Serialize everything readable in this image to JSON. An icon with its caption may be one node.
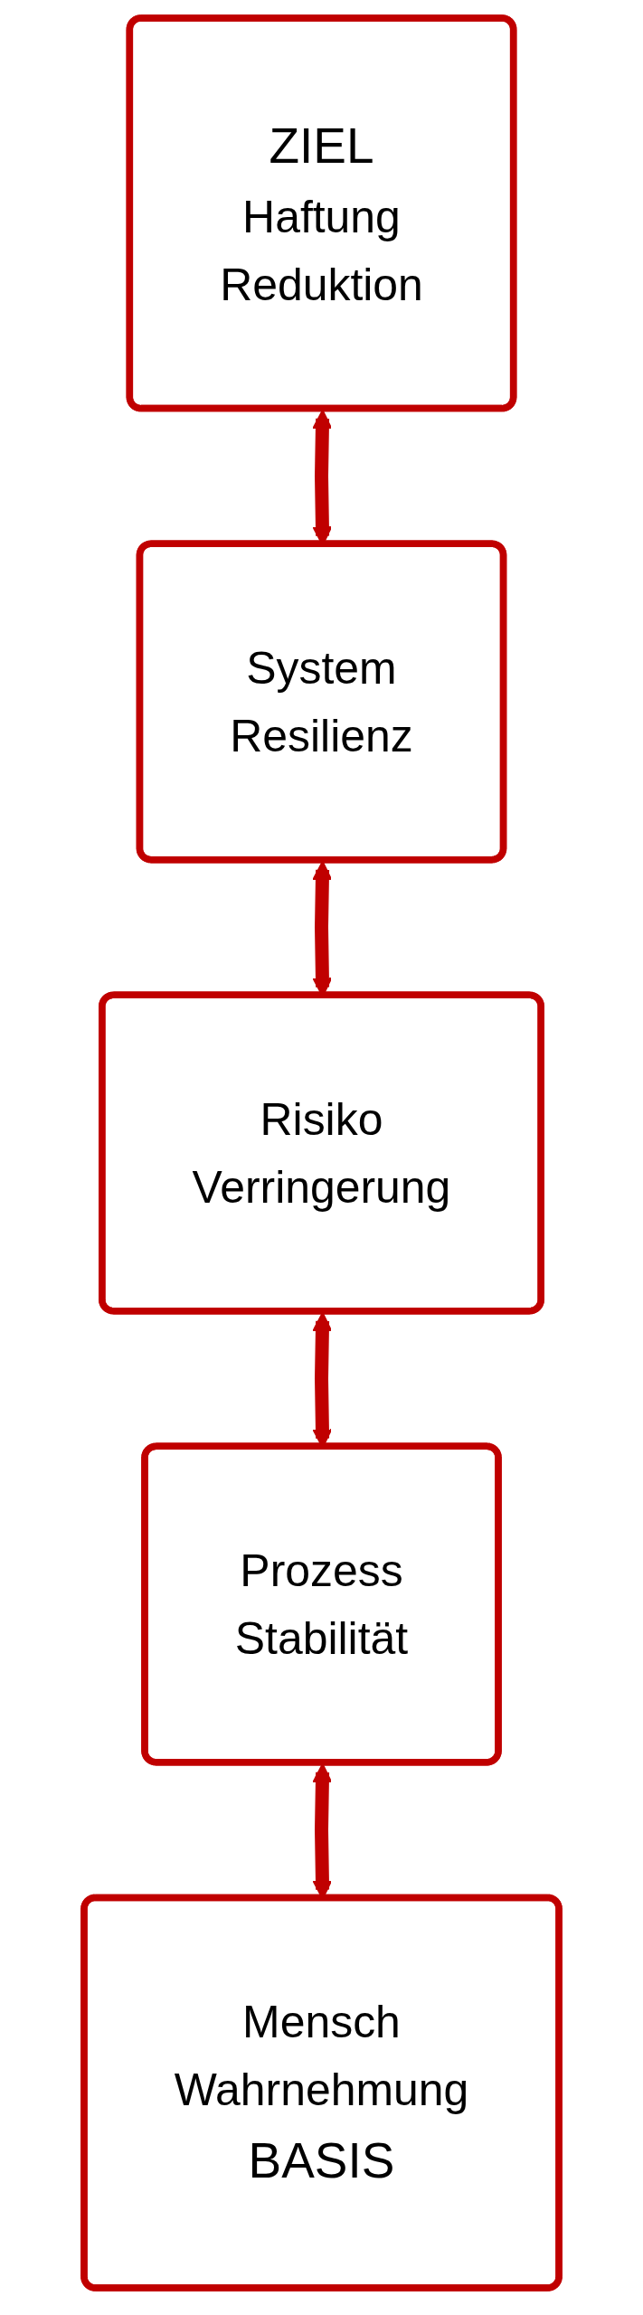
{
  "diagram": {
    "nodes": [
      {
        "text": [
          "ZIEL",
          "Haftung",
          "Reduktion"
        ]
      },
      {
        "text": [
          "System",
          "Resilienz"
        ]
      },
      {
        "text": [
          "Risiko",
          "Verringerung"
        ]
      },
      {
        "text": [
          "Prozess",
          "Stabilität"
        ]
      },
      {
        "text": [
          "Mensch",
          "Wahrnehmung",
          "BASIS"
        ]
      }
    ],
    "edges": [
      {
        "from": 0,
        "to": 1,
        "arrow": "both"
      },
      {
        "from": 1,
        "to": 2,
        "arrow": "both"
      },
      {
        "from": 2,
        "to": 3,
        "arrow": "both"
      },
      {
        "from": 3,
        "to": 4,
        "arrow": "both"
      }
    ]
  }
}
